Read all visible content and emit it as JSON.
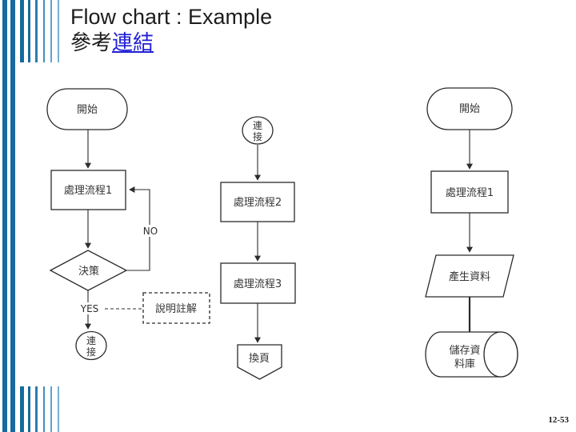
{
  "slide": {
    "title": "Flow chart : Example",
    "subtitle_prefix": "參考",
    "subtitle_link": "連結",
    "page_number": "12-53"
  },
  "colors": {
    "stripe_blue": "#176a9f",
    "link_blue": "#2121d4",
    "shape_stroke": "#2b2b2b",
    "shape_text": "#353535",
    "background": "#ffffff"
  },
  "flowchart": {
    "left": {
      "start": "開始",
      "process1": "處理流程1",
      "decision": "決策",
      "no_label": "NO",
      "yes_label": "YES",
      "connector_char1": "連",
      "connector_char2": "接",
      "annotation": "說明註解"
    },
    "middle": {
      "connector_char1": "連",
      "connector_char2": "接",
      "process2": "處理流程2",
      "process3": "處理流程3",
      "offpage": "換頁"
    },
    "right": {
      "start": "開始",
      "process1": "處理流程1",
      "io": "產生資料",
      "storage_line1": "儲存資",
      "storage_line2": "料庫"
    }
  }
}
